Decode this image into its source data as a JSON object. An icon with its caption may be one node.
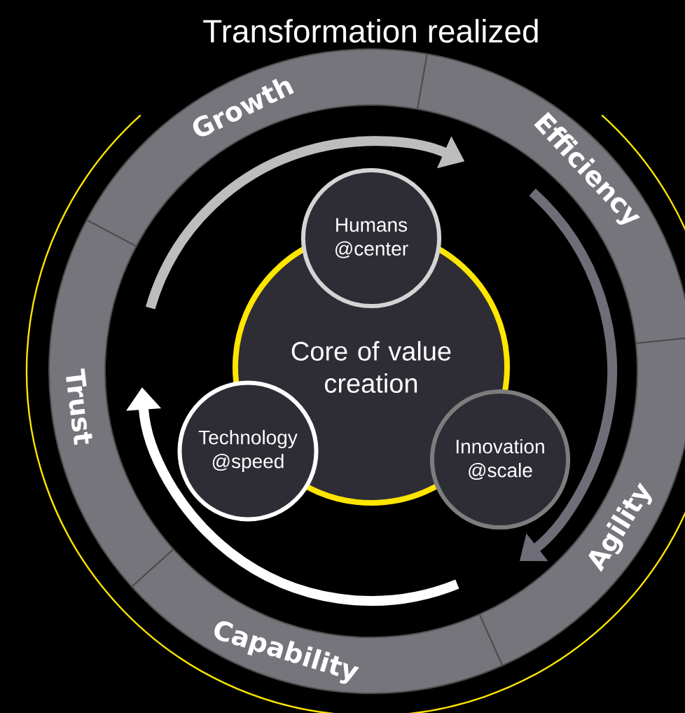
{
  "diagram": {
    "title": "Transformation realized",
    "nodes": [
      {
        "text": [
          "Growth"
        ]
      },
      {
        "text": [
          "Efficiency"
        ]
      },
      {
        "text": [
          "Humans @center"
        ]
      },
      {
        "text": [
          "Core of value creation"
        ]
      },
      {
        "text": [
          "Trust"
        ]
      },
      {
        "text": [
          "Technology @speed"
        ]
      },
      {
        "text": [
          "Innovation @scale"
        ]
      },
      {
        "text": [
          "Agility"
        ]
      },
      {
        "text": [
          "Capability"
        ]
      }
    ]
  }
}
